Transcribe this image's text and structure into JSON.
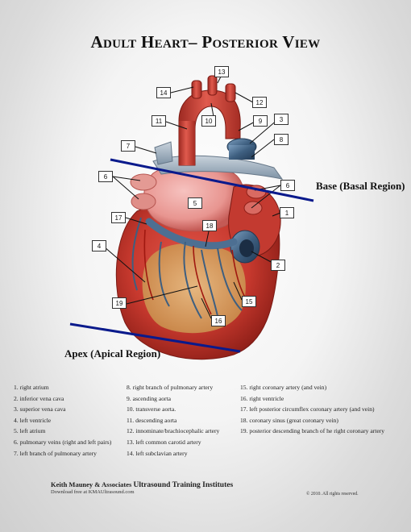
{
  "title": "Adult Heart– Posterior View",
  "regions": {
    "base": "Base (Basal Region)",
    "apex": "Apex (Apical Region)"
  },
  "callouts": [
    "13",
    "14",
    "12",
    "11",
    "10",
    "9",
    "3",
    "8",
    "7",
    "6",
    "6",
    "5",
    "1",
    "17",
    "18",
    "4",
    "2",
    "19",
    "15",
    "16"
  ],
  "legend": {
    "col1": [
      "1.  right atrium",
      "2.  inferior vena cava",
      "3.  superior vena cava",
      "4.  left ventricle",
      "5.  left atrium",
      "6.  pulmonary veins (right and left pairs)",
      "7.  left branch of pulmonary artery"
    ],
    "col2": [
      "8.   right branch of pulmonary artery",
      "9.   ascending aorta",
      "10.  transverse aorta.",
      "11.  descending aorta",
      "12.  innominate/brachiocephalic artery",
      "13.  left common carotid artery",
      "14.  left subclavian artery"
    ],
    "col3": [
      "15.  right coronary artery (and vein)",
      "16.  right ventricle",
      "17.  left posterior circumflex coronary artery (and vein)",
      "18.  coronary sinus (great coronary vein)",
      "19.  posterior descending branch of he right coronary artery"
    ]
  },
  "footer": {
    "brand_plain": "Keith Mauney & Associates",
    "brand_strong": "Ultrasound Training Institutes",
    "sub": "Download free at KMAUltrasound.com",
    "copyright": "© 2010. All rights reserved."
  },
  "colors": {
    "heart_red": "#c7392e",
    "heart_dark": "#8e1f18",
    "vein_blue": "#3e5f80",
    "fat_yellow": "#d9b36a",
    "divider_line": "#0a1a8c"
  }
}
